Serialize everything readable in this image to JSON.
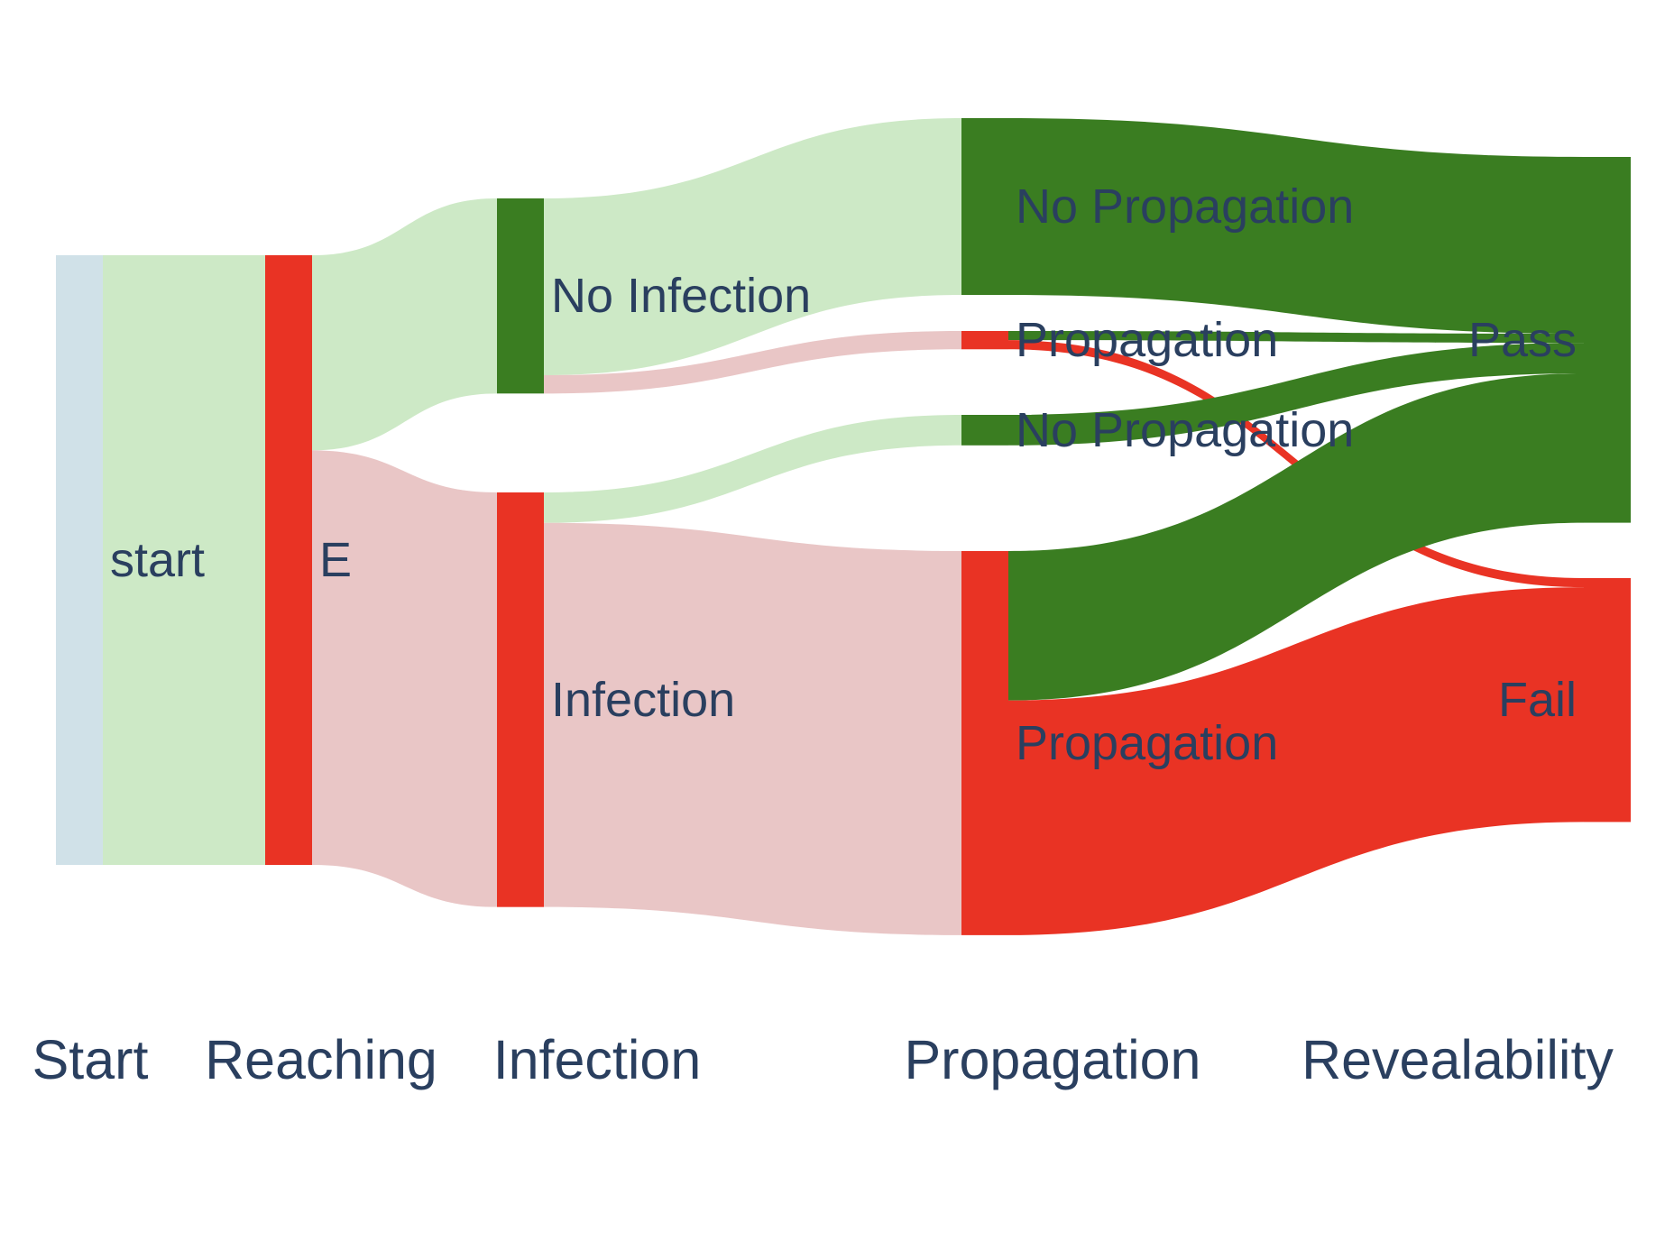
{
  "chart_data": {
    "type": "sankey",
    "stages": [
      "Start",
      "Reaching",
      "Infection",
      "Propagation",
      "Revealability"
    ],
    "nodes": [
      {
        "id": "start",
        "label": "start",
        "stage": 0,
        "color": "#d0e1e8",
        "value": 100
      },
      {
        "id": "E",
        "label": "E",
        "stage": 1,
        "color": "#e93324",
        "value": 100
      },
      {
        "id": "noinf",
        "label": "No Infection",
        "stage": 2,
        "color": "#3a7d21",
        "value": 32
      },
      {
        "id": "inf",
        "label": "Infection",
        "stage": 2,
        "color": "#e93324",
        "value": 68
      },
      {
        "id": "noprop1",
        "label": "No Propagation",
        "stage": 3,
        "color": "#3a7d21",
        "value": 29
      },
      {
        "id": "prop1",
        "label": "Propagation",
        "stage": 3,
        "color": "#e93324",
        "value": 3
      },
      {
        "id": "noprop2",
        "label": "No Propagation",
        "stage": 3,
        "color": "#3a7d21",
        "value": 5
      },
      {
        "id": "prop2",
        "label": "Propagation",
        "stage": 3,
        "color": "#e93324",
        "value": 63
      },
      {
        "id": "pass",
        "label": "Pass",
        "stage": 4,
        "color": "#3a7d21",
        "value": 60
      },
      {
        "id": "fail",
        "label": "Fail",
        "stage": 4,
        "color": "#e93324",
        "value": 40
      }
    ],
    "links": [
      {
        "source": "start",
        "target": "E",
        "value": 100,
        "color": "#cde9c6"
      },
      {
        "source": "E",
        "target": "noinf",
        "value": 32,
        "color": "#cde9c6"
      },
      {
        "source": "E",
        "target": "inf",
        "value": 68,
        "color": "#e9c6c6"
      },
      {
        "source": "noinf",
        "target": "noprop1",
        "value": 29,
        "color": "#cde9c6"
      },
      {
        "source": "noinf",
        "target": "prop1",
        "value": 3,
        "color": "#e9c6c6"
      },
      {
        "source": "inf",
        "target": "noprop2",
        "value": 5,
        "color": "#cde9c6"
      },
      {
        "source": "inf",
        "target": "prop2",
        "value": 63,
        "color": "#e9c6c6"
      },
      {
        "source": "noprop1",
        "target": "pass",
        "value": 29,
        "color": "#3a7d21"
      },
      {
        "source": "prop1",
        "target": "pass",
        "value": 1.5,
        "color": "#3a7d21"
      },
      {
        "source": "prop1",
        "target": "fail",
        "value": 1.5,
        "color": "#e93324"
      },
      {
        "source": "noprop2",
        "target": "pass",
        "value": 5,
        "color": "#3a7d21"
      },
      {
        "source": "prop2",
        "target": "pass",
        "value": 24.5,
        "color": "#3a7d21"
      },
      {
        "source": "prop2",
        "target": "fail",
        "value": 38.5,
        "color": "#e93324"
      }
    ]
  }
}
